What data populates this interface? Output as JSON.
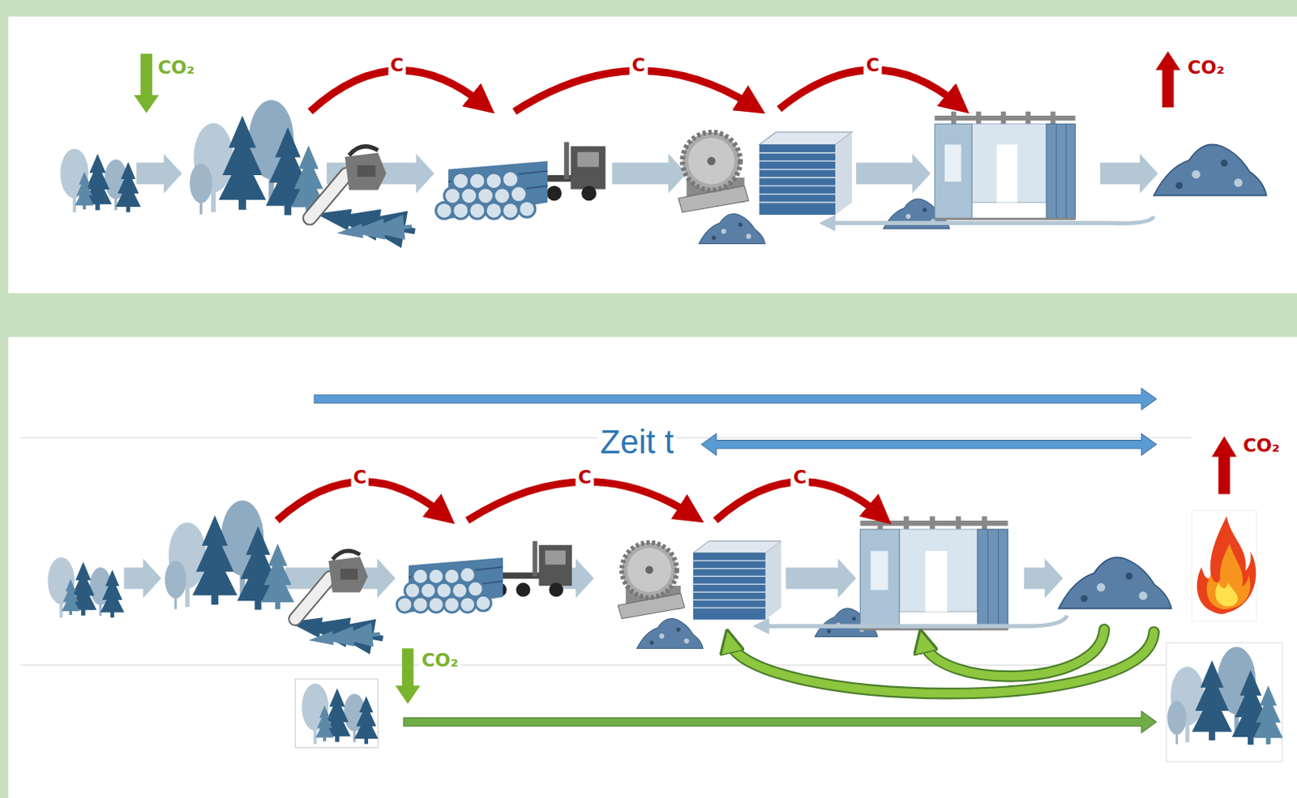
{
  "diagram": {
    "labels": [
      "CO₂",
      "C",
      "C",
      "C",
      "CO₂",
      "Zeit t",
      "C",
      "C",
      "C",
      "CO₂",
      "CO₂"
    ]
  }
}
